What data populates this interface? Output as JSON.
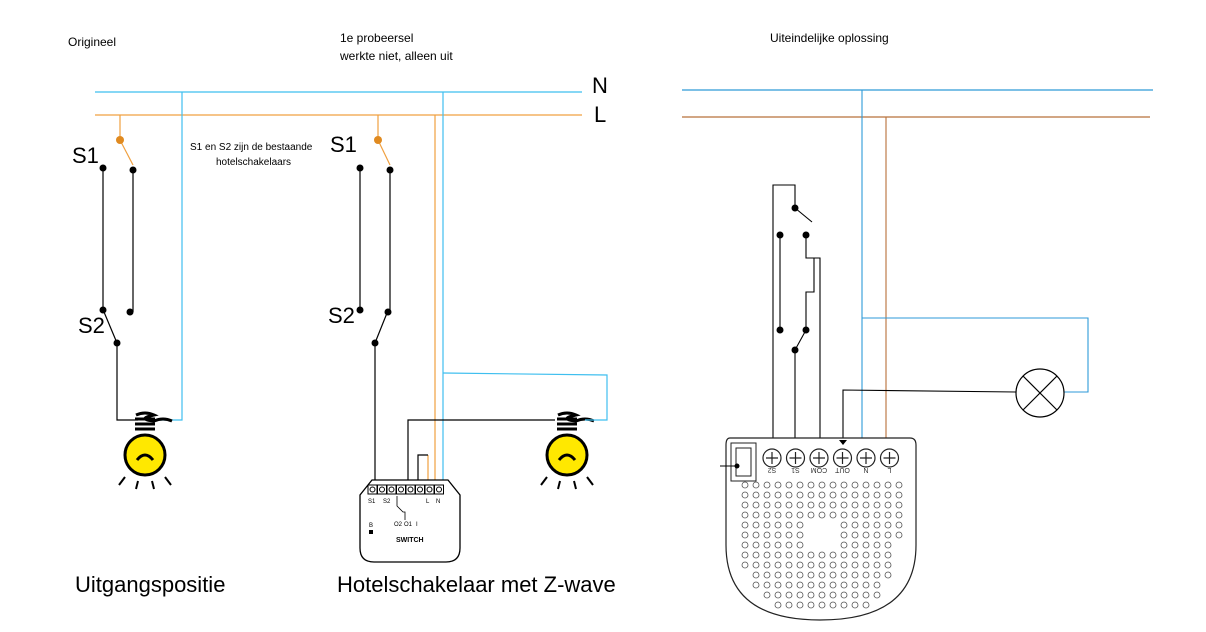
{
  "titles": {
    "original": "Origineel",
    "attempt_line1": "1e probeersel",
    "attempt_line2": "werkte niet, alleen uit",
    "final": "Uiteindelijke oplossing"
  },
  "lines": {
    "neutral": "N",
    "live": "L"
  },
  "switches": {
    "s1": "S1",
    "s2": "S2"
  },
  "note_line1": "S1 en S2 zijn de bestaande",
  "note_line2": "hotelschakelaars",
  "captions": {
    "left": "Uitgangspositie",
    "middle": "Hotelschakelaar met Z-wave"
  },
  "module1": {
    "terminals_top": [
      "S1",
      "S2",
      "L",
      "N"
    ],
    "terminals_bottom": [
      "O2",
      "O1",
      "I"
    ],
    "button": "B",
    "name": "SWITCH"
  },
  "module2": {
    "terminals": [
      "S2",
      "S1",
      "COM",
      "OUT",
      "N",
      "L"
    ]
  },
  "colors": {
    "neutral": "#3fbfef",
    "live": "#f0a040",
    "live_final": "#b8703a",
    "neutral_final": "#2e9ad8",
    "bulb": "#ffe800"
  }
}
